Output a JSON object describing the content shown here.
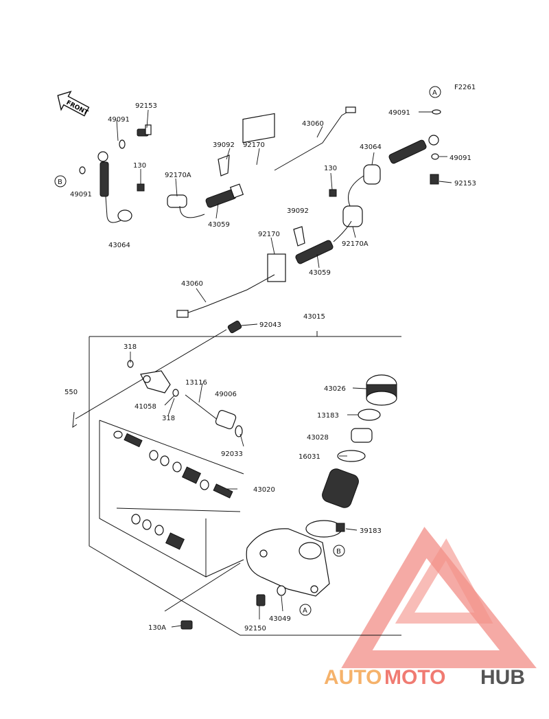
{
  "diagram": {
    "figure_code": "F2261",
    "front_label": "FRONT",
    "ref_letters": [
      "A",
      "B"
    ],
    "part_labels": {
      "p49091_tl": "49091",
      "p92153_tl": "92153",
      "p49091_l": "49091",
      "p130_l": "130",
      "p92170A_l": "92170A",
      "p43064_l": "43064",
      "p39092_t": "39092",
      "p92170_t": "92170",
      "p43059_l": "43059",
      "p43060_t": "43060",
      "p43064_r": "43064",
      "p130_r": "130",
      "p39092_m": "39092",
      "p92170_m": "92170",
      "p92170A_r": "92170A",
      "p43059_r": "43059",
      "p49091_tr": "49091",
      "p49091_r": "49091",
      "p92153_r": "92153",
      "p43060_b": "43060",
      "p92043": "92043",
      "p43015": "43015",
      "p318_a": "318",
      "p550": "550",
      "p41058": "41058",
      "p318_b": "318",
      "p13116": "13116",
      "p49006": "49006",
      "p92033": "92033",
      "p43026": "43026",
      "p13183": "13183",
      "p43028": "43028",
      "p16031": "16031",
      "p43020": "43020",
      "p39183": "39183",
      "p43049": "43049",
      "p92150": "92150",
      "p130A": "130A"
    }
  },
  "watermark": {
    "part1": "AUTO",
    "part2": "MOTO",
    "part3": "HUB",
    "color_light": "#f5b26b",
    "color_mid": "#f07b72",
    "color_dark": "#555555"
  }
}
